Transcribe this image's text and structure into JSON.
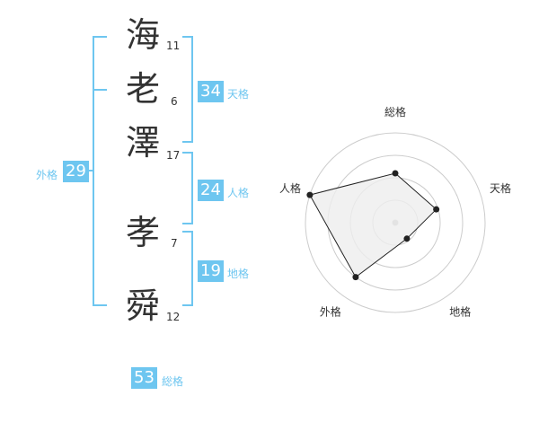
{
  "name": {
    "chars": [
      {
        "char": "海",
        "strokes": "11"
      },
      {
        "char": "老",
        "strokes": "6"
      },
      {
        "char": "澤",
        "strokes": "17"
      },
      {
        "char": "孝",
        "strokes": "7"
      },
      {
        "char": "舜",
        "strokes": "12"
      }
    ]
  },
  "fortunes": {
    "tenkaku": {
      "value": "34",
      "label": "天格"
    },
    "jinkaku": {
      "value": "24",
      "label": "人格"
    },
    "chikaku": {
      "value": "19",
      "label": "地格"
    },
    "gaikaku": {
      "value": "29",
      "label": "外格"
    },
    "soukaku": {
      "value": "53",
      "label": "総格"
    }
  },
  "colors": {
    "accent": "#6ec6f0",
    "text": "#333333",
    "radar_fill": "#eeeeee",
    "ring": "#cccccc"
  },
  "chart_data": {
    "type": "radar",
    "axes": [
      "総格",
      "天格",
      "地格",
      "外格",
      "人格"
    ],
    "values": [
      0.55,
      0.48,
      0.22,
      0.75,
      1.0
    ],
    "range": [
      0,
      1
    ],
    "rings": 4
  }
}
